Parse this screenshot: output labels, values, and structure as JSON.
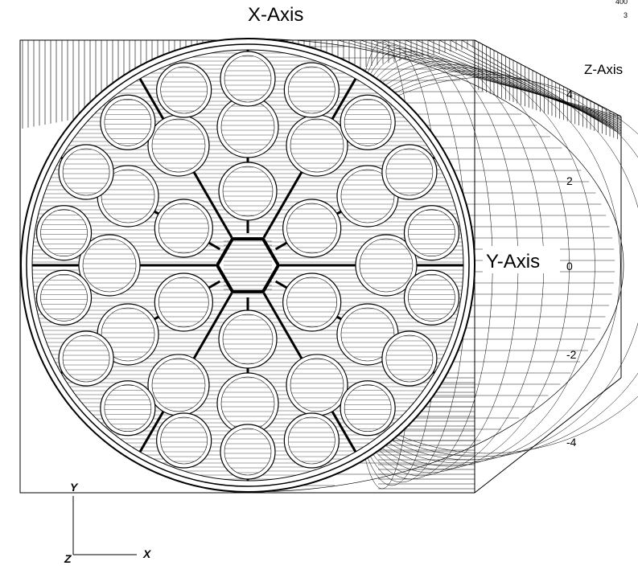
{
  "axes": {
    "x_title": "X-Axis",
    "y_title": "Y-Axis",
    "z_title": "Z-Axis"
  },
  "corner_labels": [
    "400",
    "3"
  ],
  "ticks": [
    {
      "label": "4"
    },
    {
      "label": "2"
    },
    {
      "label": "0"
    },
    {
      "label": "-2"
    },
    {
      "label": "-4"
    }
  ],
  "triad": {
    "y_label": "Y",
    "x_label": "X",
    "z_label": "Z"
  }
}
